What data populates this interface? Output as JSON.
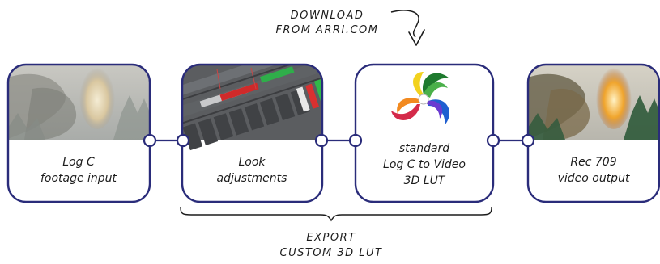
{
  "diagram": {
    "top_note": {
      "lines": [
        "DOWNLOAD",
        "FROM ARRI.COM"
      ]
    },
    "boxes": [
      {
        "id": "log-c-input",
        "lines": [
          "Log C",
          "footage input"
        ],
        "image": "balloon-photo-log"
      },
      {
        "id": "look-adjustments",
        "lines": [
          "Look",
          "adjustments"
        ],
        "image": "color-grading-ui"
      },
      {
        "id": "standard-lut",
        "lines": [
          "standard",
          "Log C to Video",
          "3D LUT"
        ],
        "image": "lut-logo-icon"
      },
      {
        "id": "rec709-output",
        "lines": [
          "Rec 709",
          "video output"
        ],
        "image": "balloon-photo-rec709"
      }
    ],
    "bottom_note": {
      "lines": [
        "EXPORT",
        "CUSTOM 3D LUT"
      ]
    },
    "colors": {
      "border": "#2a2c7a",
      "text": "#1c1c1c"
    }
  }
}
